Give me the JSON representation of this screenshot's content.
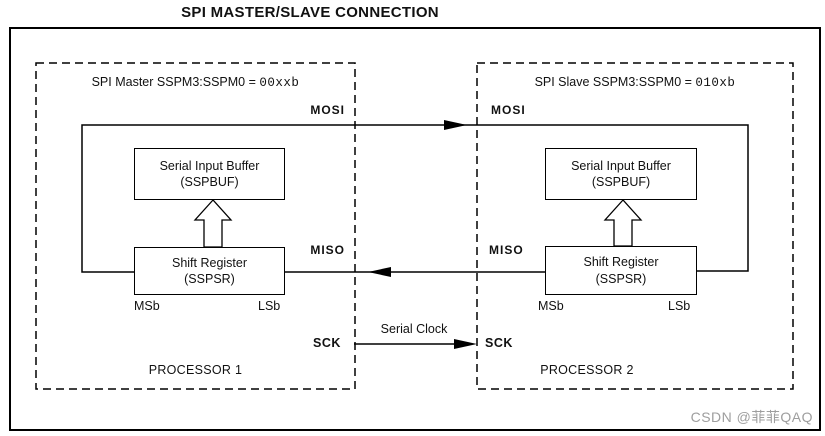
{
  "title": "SPI MASTER/SLAVE CONNECTION",
  "master": {
    "header_prefix": "SPI Master SSPM3:SSPM0 = ",
    "header_value": "00xxb",
    "buffer_line1": "Serial Input Buffer",
    "buffer_line2": "(SSPBUF)",
    "shift_line1": "Shift Register",
    "shift_line2": "(SSPSR)",
    "msb_label": "MSb",
    "lsb_label": "LSb",
    "processor_label": "PROCESSOR 1"
  },
  "slave": {
    "header_prefix": "SPI Slave SSPM3:SSPM0 = ",
    "header_value": "010xb",
    "buffer_line1": "Serial Input Buffer",
    "buffer_line2": "(SSPBUF)",
    "shift_line1": "Shift Register",
    "shift_line2": "(SSPSR)",
    "msb_label": "MSb",
    "lsb_label": "LSb",
    "processor_label": "PROCESSOR 2"
  },
  "signals": {
    "mosi": "MOSI",
    "miso": "MISO",
    "sck": "SCK",
    "serial_clock": "Serial Clock"
  },
  "watermark": "CSDN @菲菲QAQ",
  "colors": {
    "line": "#000000",
    "watermark": "#9e9e9e",
    "background": "#ffffff"
  }
}
